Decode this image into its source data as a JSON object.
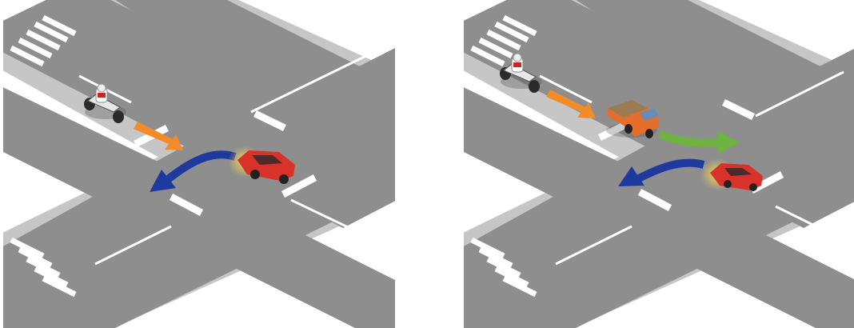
{
  "panels": [
    {
      "name": "left-scene",
      "vehicles": [
        "motorcycle",
        "red-car"
      ],
      "arrows": [
        {
          "name": "motorcycle-path-arrow",
          "color": "#F28C28"
        },
        {
          "name": "car-left-turn-arrow",
          "color": "#1E3A9E"
        }
      ]
    },
    {
      "name": "right-scene",
      "vehicles": [
        "motorcycle",
        "orange-truck",
        "red-car"
      ],
      "arrows": [
        {
          "name": "motorcycle-path-arrow",
          "color": "#F28C28"
        },
        {
          "name": "truck-right-turn-arrow",
          "color": "#6DB33F"
        },
        {
          "name": "car-left-turn-arrow",
          "color": "#1E3A9E"
        }
      ]
    }
  ],
  "colors": {
    "road": "#8E8E8E",
    "sidewalk": "#C6C6C6",
    "background": "#FFFFFF",
    "marking": "#FFFFFF",
    "car": "#D9322B",
    "truck": "#E46E2A"
  }
}
